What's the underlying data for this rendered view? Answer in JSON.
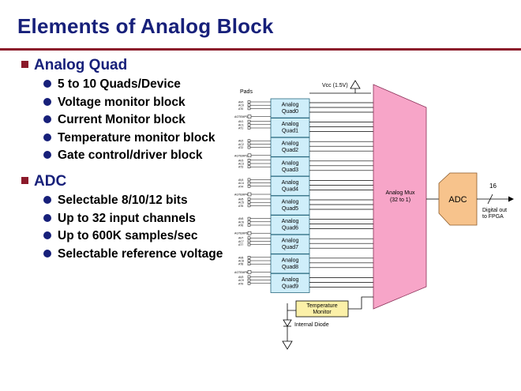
{
  "slide": {
    "title": "Elements of Analog Block",
    "sections": [
      {
        "heading": "Analog Quad",
        "bullets": [
          "5 to 10 Quads/Device",
          "Voltage monitor block",
          "Current Monitor block",
          "Temperature monitor block",
          "Gate control/driver block"
        ]
      },
      {
        "heading": "ADC",
        "bullets": [
          "Selectable 8/10/12 bits",
          "Up to 32 input channels",
          "Up to 600K samples/sec",
          "Selectable reference voltage"
        ]
      }
    ]
  },
  "diagram": {
    "pads_label": "Pads",
    "vcc_label": "Vcc (1.5V)",
    "quads": [
      {
        "line1": "Analog",
        "line2": "Quad0"
      },
      {
        "line1": "Analog",
        "line2": "Quad1"
      },
      {
        "line1": "Analog",
        "line2": "Quad2"
      },
      {
        "line1": "Analog",
        "line2": "Quad3"
      },
      {
        "line1": "Analog",
        "line2": "Quad4"
      },
      {
        "line1": "Analog",
        "line2": "Quad5"
      },
      {
        "line1": "Analog",
        "line2": "Quad6"
      },
      {
        "line1": "Analog",
        "line2": "Quad7"
      },
      {
        "line1": "Analog",
        "line2": "Quad8"
      },
      {
        "line1": "Analog",
        "line2": "Quad9"
      }
    ],
    "pad_groups": [
      {
        "pins": [
          "AV0",
          "AC0",
          "AT0"
        ],
        "gate": "AGTEMP0"
      },
      {
        "pins": [
          "AV1",
          "AC1",
          "AT1"
        ],
        "gate": ""
      },
      {
        "pins": [
          "AV2",
          "AC2",
          "AT2"
        ],
        "gate": "AGTEMP2"
      },
      {
        "pins": [
          "AV3",
          "AC3",
          "AT3"
        ],
        "gate": ""
      },
      {
        "pins": [
          "AV4",
          "AC4",
          "AT4"
        ],
        "gate": "AGTEMP4"
      },
      {
        "pins": [
          "AV5",
          "AC5",
          "AT5"
        ],
        "gate": ""
      },
      {
        "pins": [
          "AV6",
          "AC6",
          "AT6"
        ],
        "gate": "AGTEMP6"
      },
      {
        "pins": [
          "AV7",
          "AC7",
          "AT7"
        ],
        "gate": ""
      },
      {
        "pins": [
          "AV8",
          "AC8",
          "AT8"
        ],
        "gate": "AGTEMP8"
      },
      {
        "pins": [
          "AV9",
          "AC9",
          "AT9"
        ],
        "gate": ""
      }
    ],
    "mux_line1": "Analog Mux",
    "mux_line2": "(32 to 1)",
    "adc_label": "ADC",
    "bus_width": "16",
    "digital_out_line1": "Digital out",
    "digital_out_line2": "to FPGA",
    "temp_monitor_line1": "Temperature",
    "temp_monitor_line2": "Monitor",
    "internal_diode_label": "Internal Diode",
    "colors": {
      "quad_fill": "#cfeefa",
      "quad_stroke": "#2a6a80",
      "mux_fill": "#f7a5c8",
      "adc_fill": "#f7c38c",
      "temp_fill": "#fbf0a8",
      "title_color": "#17207a",
      "accent": "#8b1a2a"
    }
  }
}
